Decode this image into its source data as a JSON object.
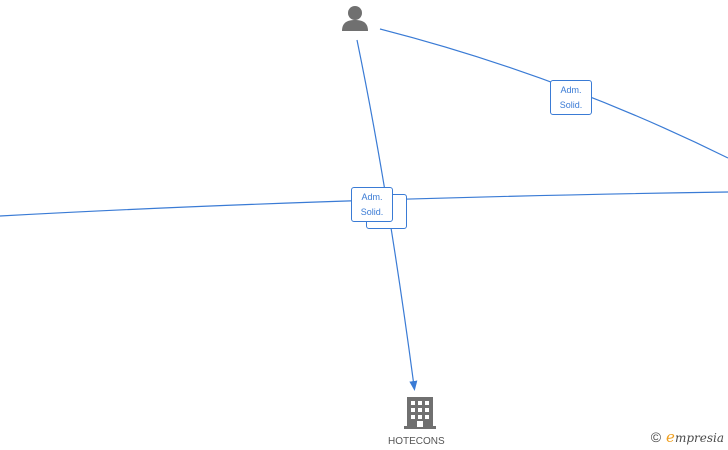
{
  "diagram": {
    "edge_color": "#3a7bd5",
    "node_color": "#707070",
    "edges": [
      {
        "from": "person",
        "to": "company",
        "label": [
          "Adm.",
          "Solid."
        ]
      },
      {
        "from": "person",
        "to": "right-offscreen",
        "label": [
          "Adm.",
          "Solid."
        ]
      },
      {
        "from": "left-offscreen",
        "to": "right-offscreen",
        "label": [
          "Adm.",
          "Solid."
        ]
      }
    ],
    "nodes": {
      "person": {
        "icon": "person-icon"
      },
      "company": {
        "icon": "building-icon",
        "label": "HOTECONS"
      }
    }
  },
  "watermark": {
    "copyright": "©",
    "brand_first": "e",
    "brand_rest": "mpresia"
  }
}
